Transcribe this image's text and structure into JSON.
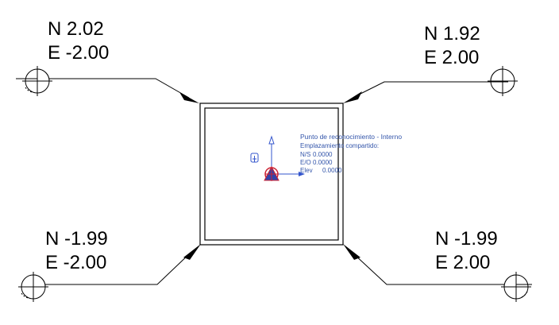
{
  "coordinate_markers": [
    {
      "id": "top-left",
      "north": "N 2.02",
      "east": "E -2.00"
    },
    {
      "id": "top-right",
      "north": "N 1.92",
      "east": "E 2.00"
    },
    {
      "id": "bottom-left",
      "north": "N -1.99",
      "east": "E -2.00"
    },
    {
      "id": "bottom-right",
      "north": "N -1.99",
      "east": "E 2.00"
    }
  ],
  "survey_point": {
    "title": "Punto de reconocimiento - Interno",
    "subtitle": "Emplazamiento compartido:",
    "ns_label": "N/S",
    "ns_value": "0.0000",
    "eo_label": "E/O",
    "eo_value": "0.0000",
    "elev_label": "Elev",
    "elev_value": "0.0000"
  },
  "colors": {
    "annotation": "#3355aa",
    "survey_marker_fill": "#3344aa",
    "survey_marker_accent": "#cc2233",
    "axis_x": "#3355cc",
    "axis_y": "#3355cc",
    "linework": "#000000"
  },
  "icons": [
    "survey-point-icon",
    "clip-pin-icon",
    "elevation-arrow-icon"
  ]
}
